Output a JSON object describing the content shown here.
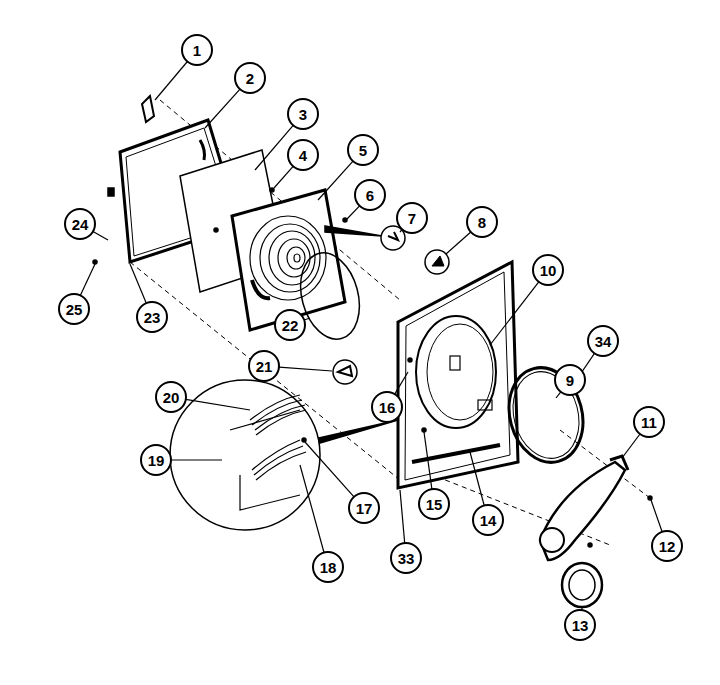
{
  "diagram": {
    "labels": [
      "1",
      "2",
      "3",
      "4",
      "5",
      "6",
      "7",
      "24",
      "8",
      "10",
      "23",
      "25",
      "22",
      "21",
      "34",
      "16",
      "20",
      "9",
      "11",
      "19",
      "17",
      "15",
      "14",
      "33",
      "12",
      "18",
      "13"
    ]
  }
}
